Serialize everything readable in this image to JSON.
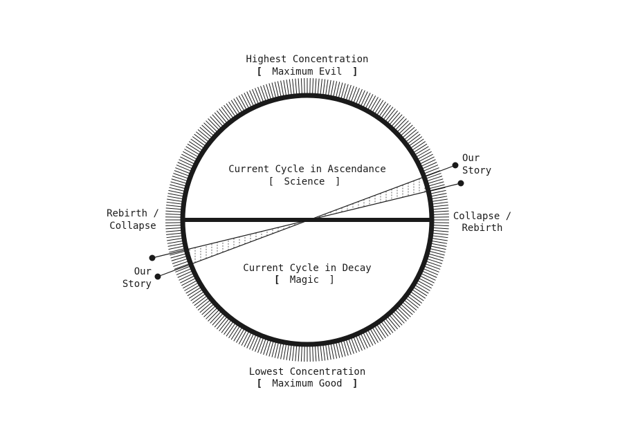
{
  "labels": {
    "top_line1": "Highest Concentration",
    "top_line2_open": "[",
    "top_line2_text": "Maximum Evil",
    "top_line2_close": "]",
    "bottom_line1": "Lowest Concentration",
    "bottom_line2_open": "[",
    "bottom_line2_text": "Maximum Good",
    "bottom_line2_close": "]",
    "left_line1": "Rebirth /",
    "left_line2": "Collapse",
    "right_line1": "Collapse /",
    "right_line2": "Rebirth",
    "upper_half_line1": "Current Cycle in Ascendance",
    "upper_half_line2_open": "[",
    "upper_half_line2_text": "Science",
    "upper_half_line2_close": "]",
    "lower_half_line1": "Current Cycle in Decay",
    "lower_half_line2_open": "[",
    "lower_half_line2_text": "Magic",
    "lower_half_line2_close": "]",
    "story_right_line1": "Our",
    "story_right_line2": "Story",
    "story_left_line1": "Our",
    "story_left_line2": "Story"
  },
  "colors": {
    "ink": "#1a1a1a",
    "background": "#ffffff"
  }
}
